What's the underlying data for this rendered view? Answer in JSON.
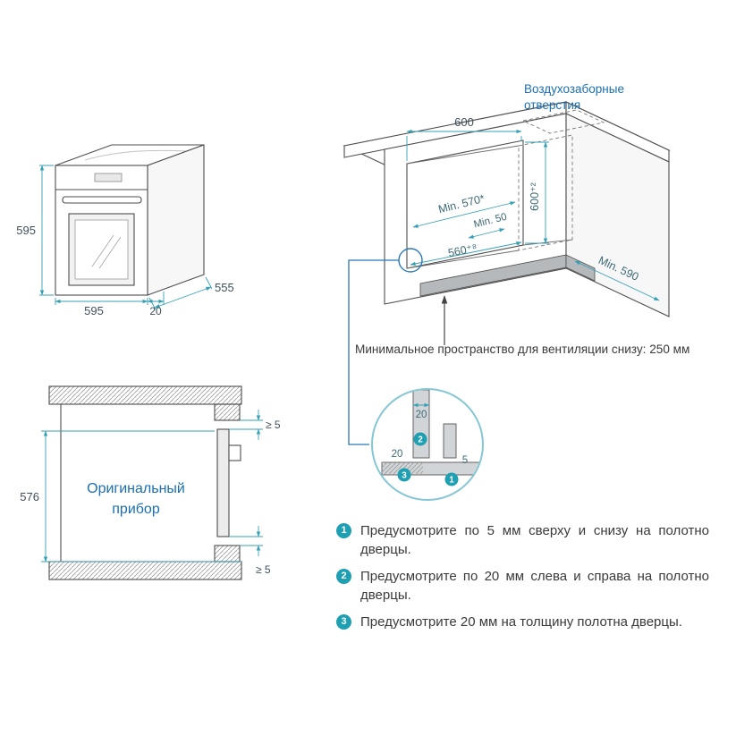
{
  "colors": {
    "dim_line": "#35a0b5",
    "dim_text": "#40505a",
    "blue_label": "#1b6fb0",
    "outline": "#4d4d4d",
    "badge": "#1e9fb2",
    "body_text": "#3a3a3a",
    "connector": "#2878b8"
  },
  "oven_view": {
    "height": "595",
    "width": "595",
    "depth": "555",
    "door_offset": "20"
  },
  "cabinet_view": {
    "air_label_line1": "Воздухозаборные",
    "air_label_line2": "отверстия",
    "top_width": "600",
    "depth_min": "Min. 570*",
    "back_gap": "Min. 50",
    "niche_height": "600⁺²",
    "niche_width": "560⁺⁸",
    "side_depth": "Min. 590",
    "vent_note": "Минимальное пространство для вентиляции снизу: 250 мм"
  },
  "section_view": {
    "gap_top": "≥ 5",
    "gap_bottom": "≥ 5",
    "appliance_height": "576",
    "label_line1": "Оригинальный",
    "label_line2": "прибор"
  },
  "detail_view": {
    "door_thickness": "20",
    "side_clearance": "20",
    "gap": "5",
    "badge_1": "1",
    "badge_2": "2",
    "badge_3": "3"
  },
  "notes": [
    {
      "num": "1",
      "text": "Предусмотрите по 5 мм сверху и снизу на полотно дверцы."
    },
    {
      "num": "2",
      "text": "Предусмотрите по 20 мм слева и справа на полотно дверцы."
    },
    {
      "num": "3",
      "text": "Предусмотрите 20 мм на толщину полотна дверцы."
    }
  ]
}
